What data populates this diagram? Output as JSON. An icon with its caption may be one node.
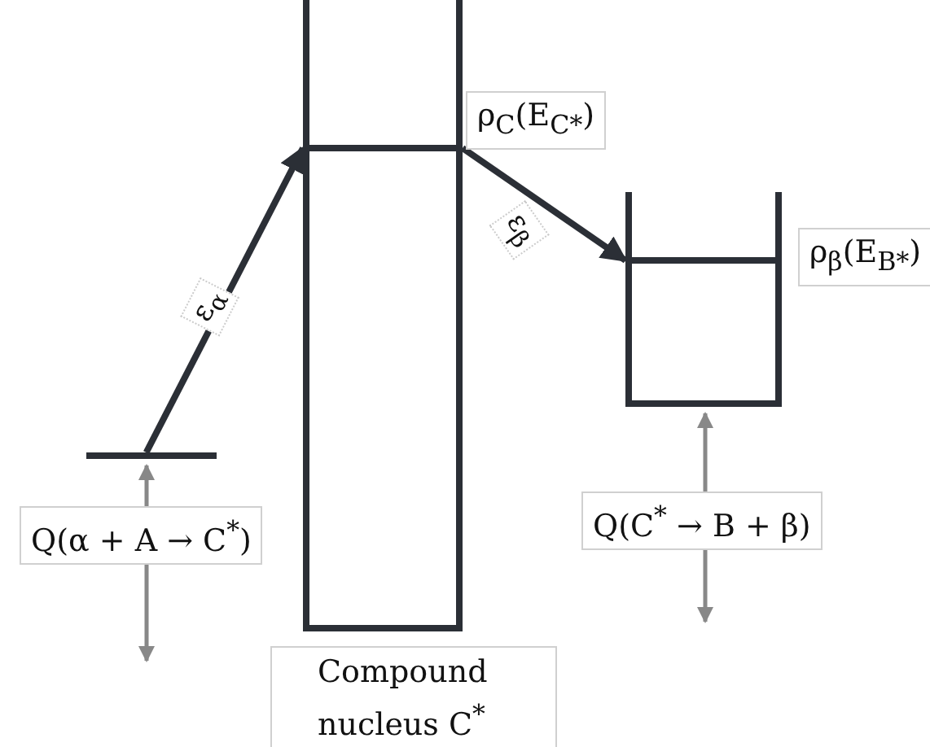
{
  "diagram": {
    "nodes": [
      {
        "text": [],
        "shape": "bar"
      },
      {
        "text": [
          "Compound nucleus C$^{*}$"
        ]
      },
      {
        "text": [],
        "shape": "bar",
        "in": 1,
        "beside": [
          "ρ$_{C}$(E$_{C*}$)"
        ]
      },
      {
        "text": [],
        "shape": "box"
      },
      {
        "text": [],
        "shape": "bar",
        "in": 3,
        "beside": [
          "ρ$_{β}$(E$_{B*}$)"
        ]
      }
    ],
    "edges": [
      {
        "from": 0,
        "to": 2,
        "arrow": "to",
        "label": "ε$_{α}$"
      },
      {
        "from": 2,
        "to": 4,
        "arrow": "to",
        "label": "ε$_{β}$"
      }
    ],
    "labels": [
      "Q(α + A → C$^{*}$)",
      "Q(C$^{*}$ → B + β)"
    ]
  }
}
